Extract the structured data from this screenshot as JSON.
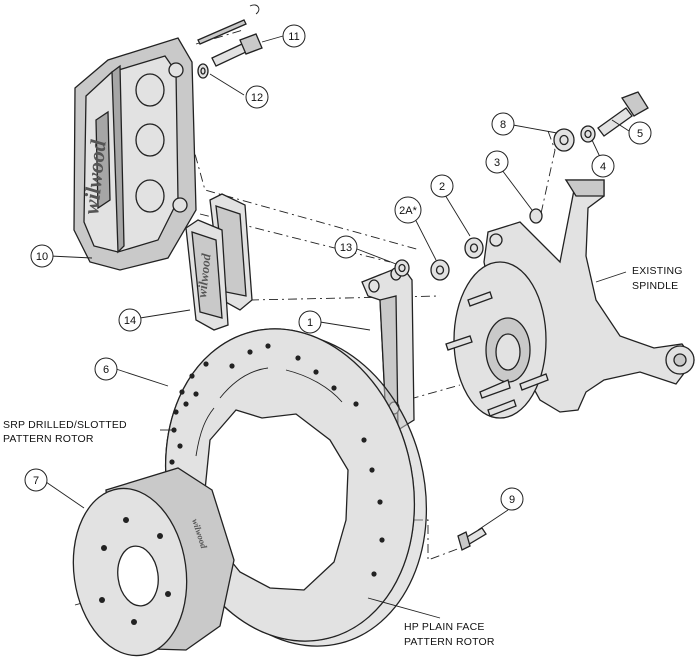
{
  "callouts": [
    {
      "id": "c1",
      "text": "1"
    },
    {
      "id": "c2",
      "text": "2"
    },
    {
      "id": "c2a",
      "text": "2A*"
    },
    {
      "id": "c3",
      "text": "3"
    },
    {
      "id": "c4",
      "text": "4"
    },
    {
      "id": "c5",
      "text": "5"
    },
    {
      "id": "c6",
      "text": "6"
    },
    {
      "id": "c7",
      "text": "7"
    },
    {
      "id": "c8",
      "text": "8"
    },
    {
      "id": "c9",
      "text": "9"
    },
    {
      "id": "c10",
      "text": "10"
    },
    {
      "id": "c11",
      "text": "11"
    },
    {
      "id": "c12",
      "text": "12"
    },
    {
      "id": "c13",
      "text": "13"
    },
    {
      "id": "c14",
      "text": "14"
    }
  ],
  "labels": {
    "existing_spindle": [
      "EXISTING",
      "SPINDLE"
    ],
    "srp_rotor": [
      "SRP DRILLED/SLOTTED",
      "PATTERN ROTOR"
    ],
    "hp_rotor": [
      "HP PLAIN FACE",
      "PATTERN ROTOR"
    ]
  },
  "logos": {
    "caliper_brand": "wilwood",
    "pad_brand": "wilwood",
    "hat_brand": "wilwood"
  }
}
